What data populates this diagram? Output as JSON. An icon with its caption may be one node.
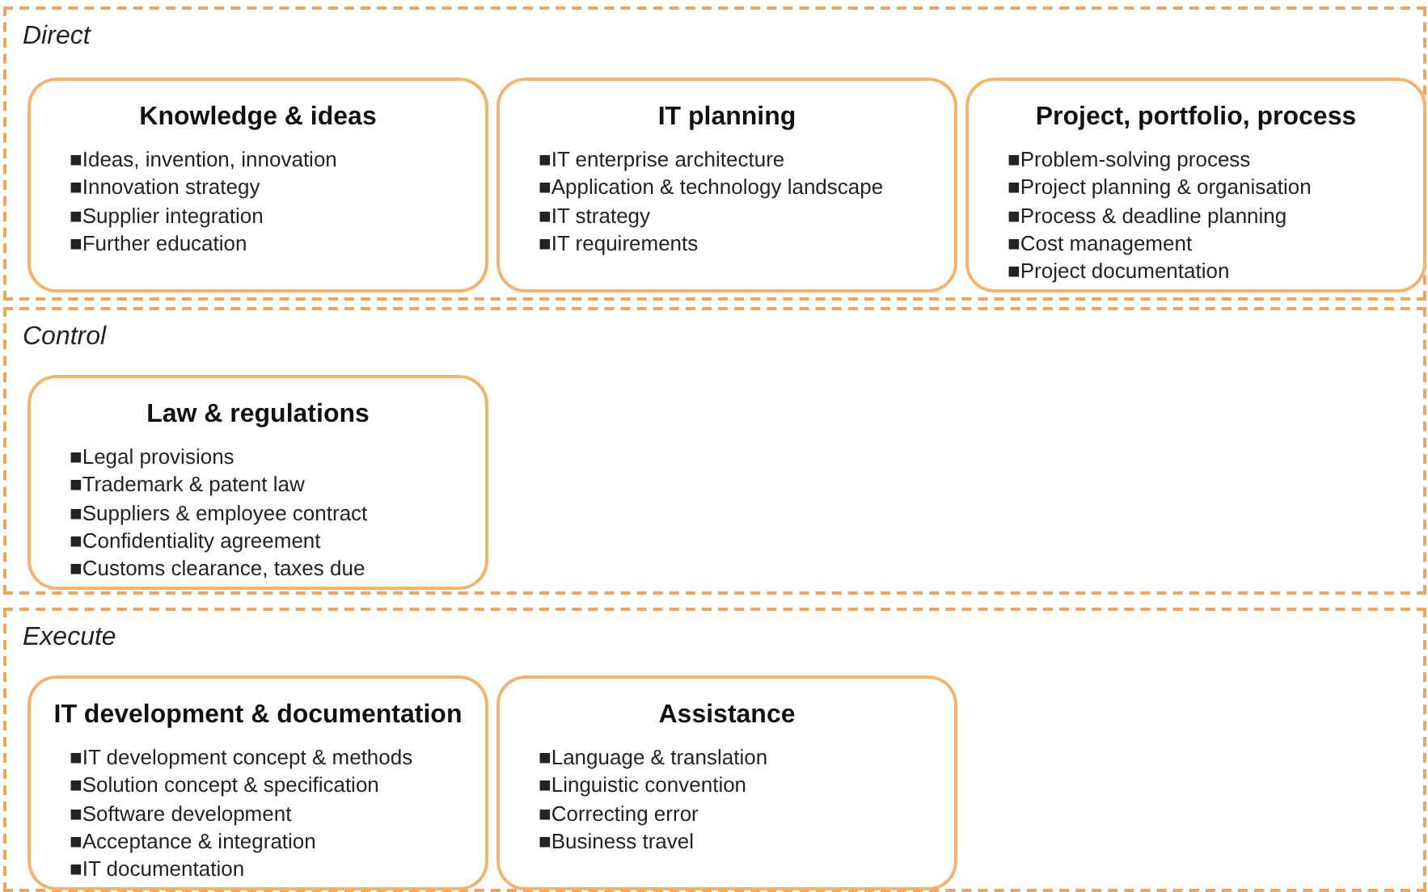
{
  "diagram": {
    "nodes": [
      {
        "text": [
          "Direct"
        ]
      },
      {
        "text": [
          "Knowledge & ideas",
          "■Ideas, invention, innovation",
          "■Innovation strategy",
          "■Supplier integration",
          "■Further education"
        ],
        "in": 0
      },
      {
        "text": [
          "IT planning",
          "■IT enterprise architecture",
          "■Application & technology landscape",
          "■IT strategy",
          "■IT requirements"
        ],
        "in": 0
      },
      {
        "text": [
          "Project, portfolio, process",
          "■Problem-solving process",
          "■Project planning & organisation",
          "■Process & deadline planning",
          "■Cost management",
          "■Project documentation"
        ],
        "in": 0
      },
      {
        "text": [
          "Control"
        ]
      },
      {
        "text": [
          "Law & regulations",
          "■Legal provisions",
          "■Trademark & patent law",
          "■Suppliers & employee contract",
          "■Confidentiality agreement",
          "■Customs clearance, taxes due"
        ],
        "in": 4
      },
      {
        "text": [
          "Execute"
        ]
      },
      {
        "text": [
          "IT development & documentation",
          "■IT development concept & methods",
          "■Solution concept & specification",
          "■Software development",
          "■Acceptance & integration",
          "■IT documentation"
        ],
        "in": 6
      },
      {
        "text": [
          "Assistance",
          "■Language & translation",
          "■Linguistic convention",
          "■Correcting error",
          "■Business travel"
        ],
        "in": 6
      }
    ],
    "edges": []
  }
}
